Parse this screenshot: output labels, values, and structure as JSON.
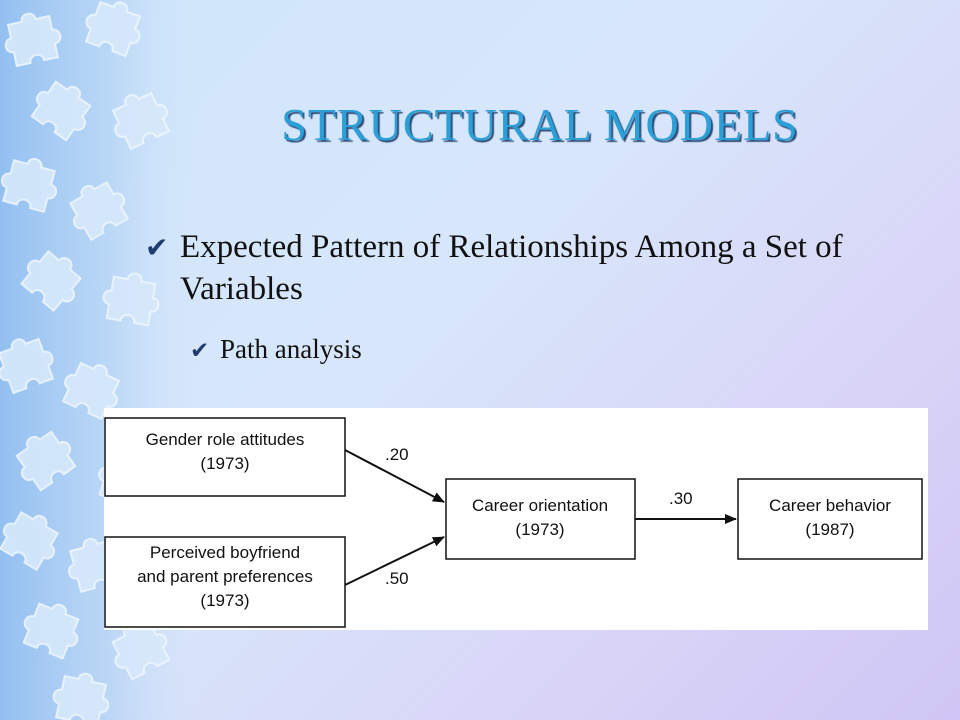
{
  "slide": {
    "title": "STRUCTURAL MODELS",
    "bullets": [
      {
        "level": 1,
        "text": "Expected Pattern of Relationships Among a Set of Variables",
        "icon": "checkmark-icon"
      },
      {
        "level": 2,
        "text": "Path analysis",
        "icon": "checkmark-icon"
      }
    ]
  },
  "diagram": {
    "nodes": {
      "gender": {
        "line1": "Gender role attitudes",
        "line2": "(1973)"
      },
      "perceived": {
        "line1": "Perceived boyfriend",
        "line2": "and parent preferences",
        "line3": "(1973)"
      },
      "orientation": {
        "line1": "Career orientation",
        "line2": "(1973)"
      },
      "behavior": {
        "line1": "Career behavior",
        "line2": "(1987)"
      }
    },
    "paths": [
      {
        "from": "Gender role attitudes (1973)",
        "to": "Career orientation (1973)",
        "coefficient": ".20"
      },
      {
        "from": "Perceived boyfriend and parent preferences (1973)",
        "to": "Career orientation (1973)",
        "coefficient": ".50"
      },
      {
        "from": "Career orientation (1973)",
        "to": "Career behavior (1987)",
        "coefficient": ".30"
      }
    ]
  },
  "colors": {
    "title": "#2a9fd8",
    "title_shadow": "#2f4f7a",
    "check": "#1f3c6e",
    "puzzle_fill": "#a9cdf2",
    "puzzle_stroke": "#eaf4fd"
  }
}
